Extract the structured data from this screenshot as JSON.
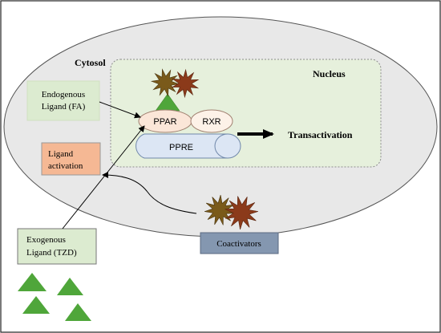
{
  "cytosol": {
    "label": "Cytosol"
  },
  "nucleus": {
    "label": "Nucleus"
  },
  "endogenous": {
    "line1": "Endogenous",
    "line2": "Ligand (FA)"
  },
  "ligand_activation": {
    "line1": "Ligand",
    "line2": "activation"
  },
  "exogenous": {
    "line1": "Exogenous",
    "line2": "Ligand (TZD)"
  },
  "ppar": {
    "label": "PPAR"
  },
  "rxr": {
    "label": "RXR"
  },
  "ppre": {
    "label": "PPRE"
  },
  "transactivation": {
    "label": "Transactivation"
  },
  "coactivators": {
    "label": "Coactivators"
  },
  "colors": {
    "cytosol_fill": "#e8e8e8",
    "nucleus_fill": "#e6f0dc",
    "green_box": "#dcebd0",
    "orange_box": "#f5b894",
    "ppar_fill": "#fbe6d8",
    "rxr_fill": "#fdf2e8",
    "ppre_fill": "#dce6f4",
    "coactivators_fill": "#8497b0",
    "triangle": "#4fa63a",
    "star_olive": "#7a5a1a",
    "star_rust": "#8b3a1a"
  }
}
